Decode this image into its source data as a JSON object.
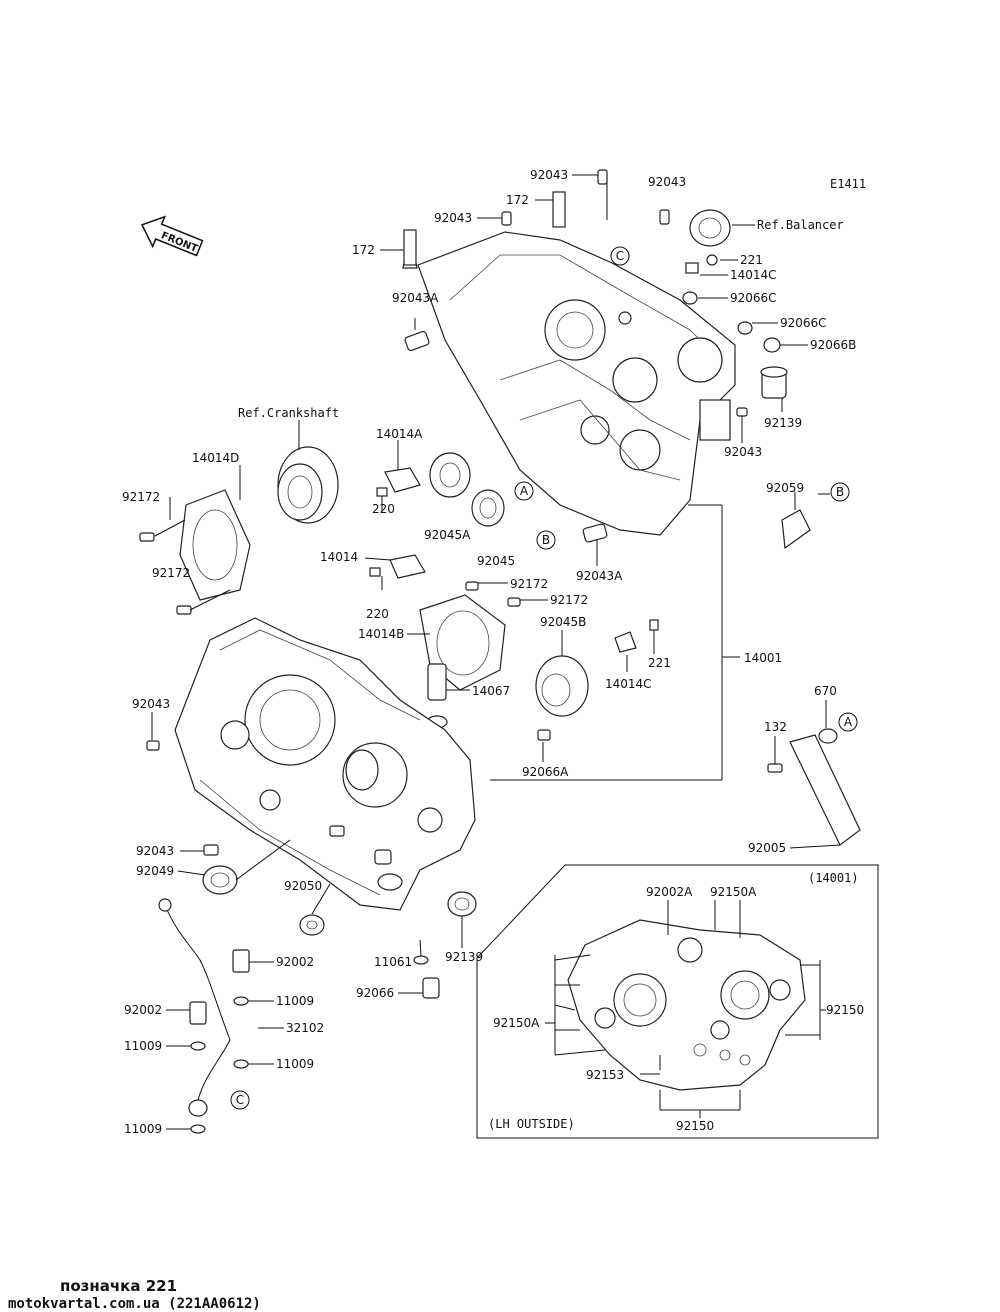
{
  "code": "E1411",
  "front_label": "FRONT",
  "refs": {
    "balancer": "Ref.Balancer",
    "crankshaft": "Ref.Crankshaft"
  },
  "inset": {
    "title": "(14001)",
    "subtitle": "(LH OUTSIDE)"
  },
  "labels": [
    {
      "id": "p92043-top",
      "text": "92043"
    },
    {
      "id": "p172-a",
      "text": "172"
    },
    {
      "id": "p92043-b",
      "text": "92043"
    },
    {
      "id": "p172-b",
      "text": "172"
    },
    {
      "id": "p92043-c",
      "text": "92043"
    },
    {
      "id": "p221-a",
      "text": "221"
    },
    {
      "id": "p14014C-a",
      "text": "14014C"
    },
    {
      "id": "p92066C-a",
      "text": "92066C"
    },
    {
      "id": "p92066C-b",
      "text": "92066C"
    },
    {
      "id": "p92066B",
      "text": "92066B"
    },
    {
      "id": "p92139-a",
      "text": "92139"
    },
    {
      "id": "p92043-d",
      "text": "92043"
    },
    {
      "id": "p92043A-a",
      "text": "92043A"
    },
    {
      "id": "p14014A",
      "text": "14014A"
    },
    {
      "id": "p14014D",
      "text": "14014D"
    },
    {
      "id": "p92172-a",
      "text": "92172"
    },
    {
      "id": "p92172-b",
      "text": "92172"
    },
    {
      "id": "p220-a",
      "text": "220"
    },
    {
      "id": "p92045A",
      "text": "92045A"
    },
    {
      "id": "p92045",
      "text": "92045"
    },
    {
      "id": "p92043A-b",
      "text": "92043A"
    },
    {
      "id": "p92059",
      "text": "92059"
    },
    {
      "id": "p14014",
      "text": "14014"
    },
    {
      "id": "p220-b",
      "text": "220"
    },
    {
      "id": "p92172-c",
      "text": "92172"
    },
    {
      "id": "p92172-d",
      "text": "92172"
    },
    {
      "id": "p14014B",
      "text": "14014B"
    },
    {
      "id": "p92045B",
      "text": "92045B"
    },
    {
      "id": "p221-b",
      "text": "221"
    },
    {
      "id": "p14014C-b",
      "text": "14014C"
    },
    {
      "id": "p14001",
      "text": "14001"
    },
    {
      "id": "p14067",
      "text": "14067"
    },
    {
      "id": "p92043-e",
      "text": "92043"
    },
    {
      "id": "p92066A",
      "text": "92066A"
    },
    {
      "id": "p670",
      "text": "670"
    },
    {
      "id": "p132",
      "text": "132"
    },
    {
      "id": "p92005",
      "text": "92005"
    },
    {
      "id": "p92043-f",
      "text": "92043"
    },
    {
      "id": "p92049",
      "text": "92049"
    },
    {
      "id": "p92050",
      "text": "92050"
    },
    {
      "id": "p11061",
      "text": "11061"
    },
    {
      "id": "p92139-b",
      "text": "92139"
    },
    {
      "id": "p92066",
      "text": "92066"
    },
    {
      "id": "p92002-a",
      "text": "92002"
    },
    {
      "id": "p11009-a",
      "text": "11009"
    },
    {
      "id": "p92002-b",
      "text": "92002"
    },
    {
      "id": "p32102",
      "text": "32102"
    },
    {
      "id": "p11009-b",
      "text": "11009"
    },
    {
      "id": "p11009-c",
      "text": "11009"
    },
    {
      "id": "p11009-d",
      "text": "11009"
    },
    {
      "id": "p92002A",
      "text": "92002A"
    },
    {
      "id": "p92150A-a",
      "text": "92150A"
    },
    {
      "id": "p92150-a",
      "text": "92150"
    },
    {
      "id": "p92150A-b",
      "text": "92150A"
    },
    {
      "id": "p92153",
      "text": "92153"
    },
    {
      "id": "p92150-b",
      "text": "92150"
    }
  ],
  "callouts": [
    "A",
    "B",
    "C",
    "B",
    "A",
    "C"
  ],
  "footer": {
    "caption": "позначка 221",
    "source": "motokvartal.com.ua (221AA0612)"
  }
}
